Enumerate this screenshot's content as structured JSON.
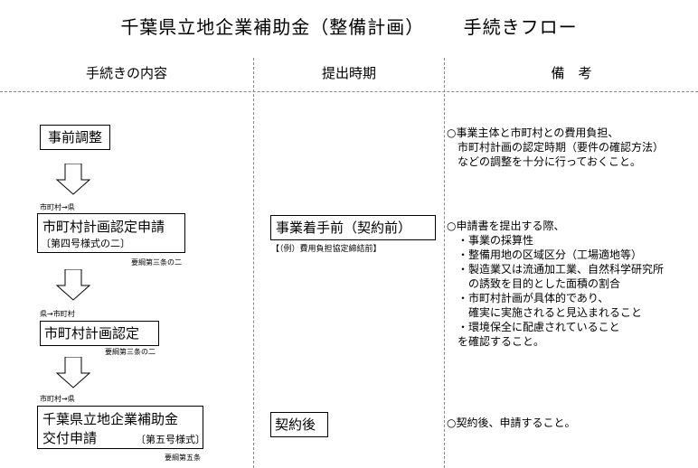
{
  "title": {
    "main": "千葉県立地企業補助金（整備計画）",
    "sub": "手続きフロー"
  },
  "columns": {
    "procedure": "手続きの内容",
    "timing": "提出時期",
    "remarks": "備　考"
  },
  "steps": {
    "s1": {
      "label": "事前調整"
    },
    "s2": {
      "from_to": "市町村→県",
      "label": "市町村計画認定申請",
      "form": "〔第四号様式の二〕",
      "ref": "要綱第三条の二"
    },
    "s3": {
      "from_to": "県→市町村",
      "label": "市町村計画認定",
      "ref": "要綱第三条の二"
    },
    "s4": {
      "from_to": "市町村→県",
      "label_line1": "千葉県立地企業補助金",
      "label_line2": "交付申請",
      "form": "〔第五号様式〕",
      "ref": "要綱第五条"
    }
  },
  "timing": {
    "t1": {
      "label": "事業着手前（契約前）",
      "example": "【（例）費用負担協定締結前】"
    },
    "t2": {
      "label": "契約後"
    }
  },
  "remarks": {
    "r1": [
      "○事業主体と市町村との費用負担、",
      "　市町村計画の認定時期（要件の確認方法）",
      "　などの調整を十分に行っておくこと。"
    ],
    "r2": [
      "○申請書を提出する際、",
      "　・事業の採算性",
      "　・整備用地の区域区分（工場適地等）",
      "　・製造業又は流通加工業、自然科学研究所",
      "　　の誘致を目的とした面積の割合",
      "　・市町村計画が具体的であり、",
      "　　確実に実施されると見込まれること",
      "　・環境保全に配慮されていること",
      "　を確認すること。"
    ],
    "r3": [
      "○契約後、申請すること。"
    ]
  }
}
